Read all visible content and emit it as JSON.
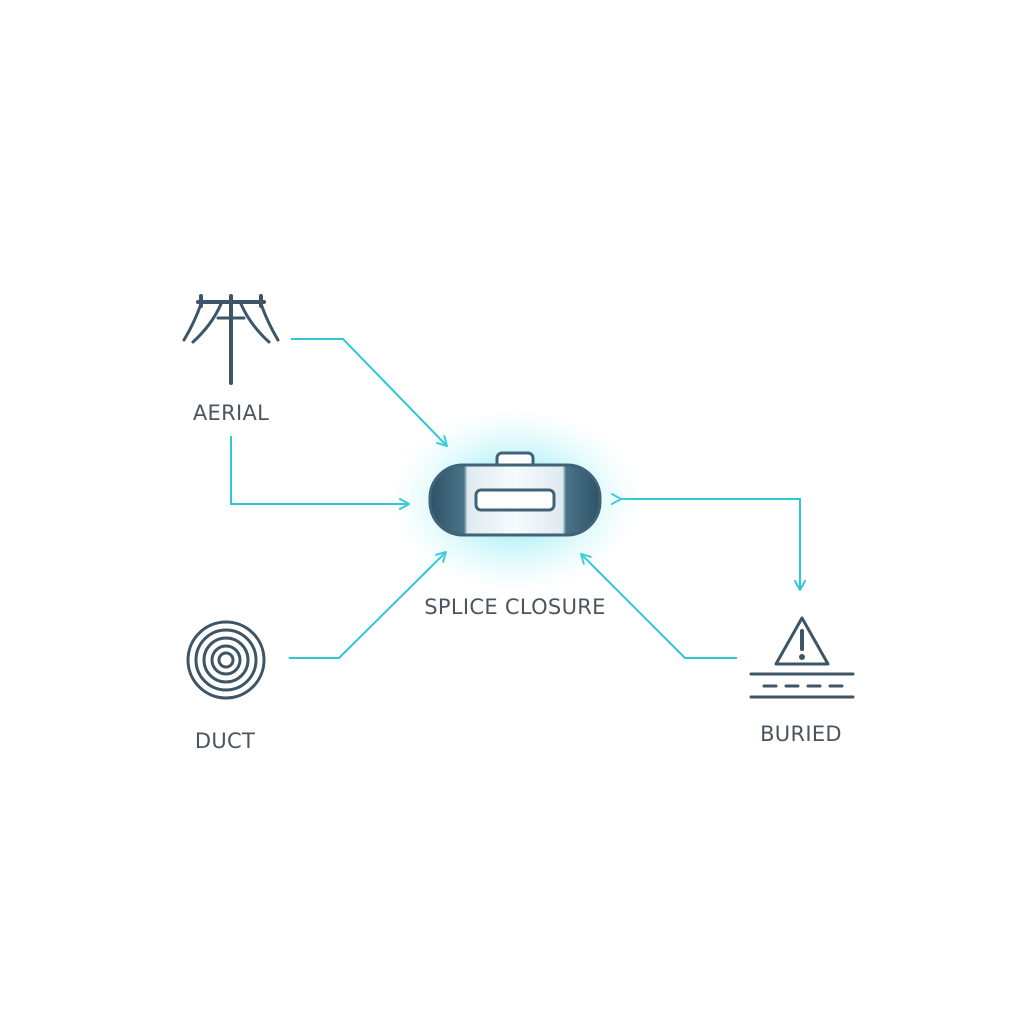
{
  "colors": {
    "accent": "#2cc8d6",
    "icon": "#3d5566",
    "label": "#4a5560",
    "glow": "#5fe3f0",
    "closure_body": "#3f6478",
    "closure_center": "#eef5f8"
  },
  "nodes": {
    "aerial": {
      "label": "AERIAL",
      "icon": "utility-pole-icon"
    },
    "duct": {
      "label": "DUCT",
      "icon": "duct-rings-icon"
    },
    "buried": {
      "label": "BURIED",
      "icon": "buried-warning-icon"
    },
    "closure": {
      "label": "SPLICE CLOSURE",
      "icon": "splice-closure-icon"
    }
  }
}
